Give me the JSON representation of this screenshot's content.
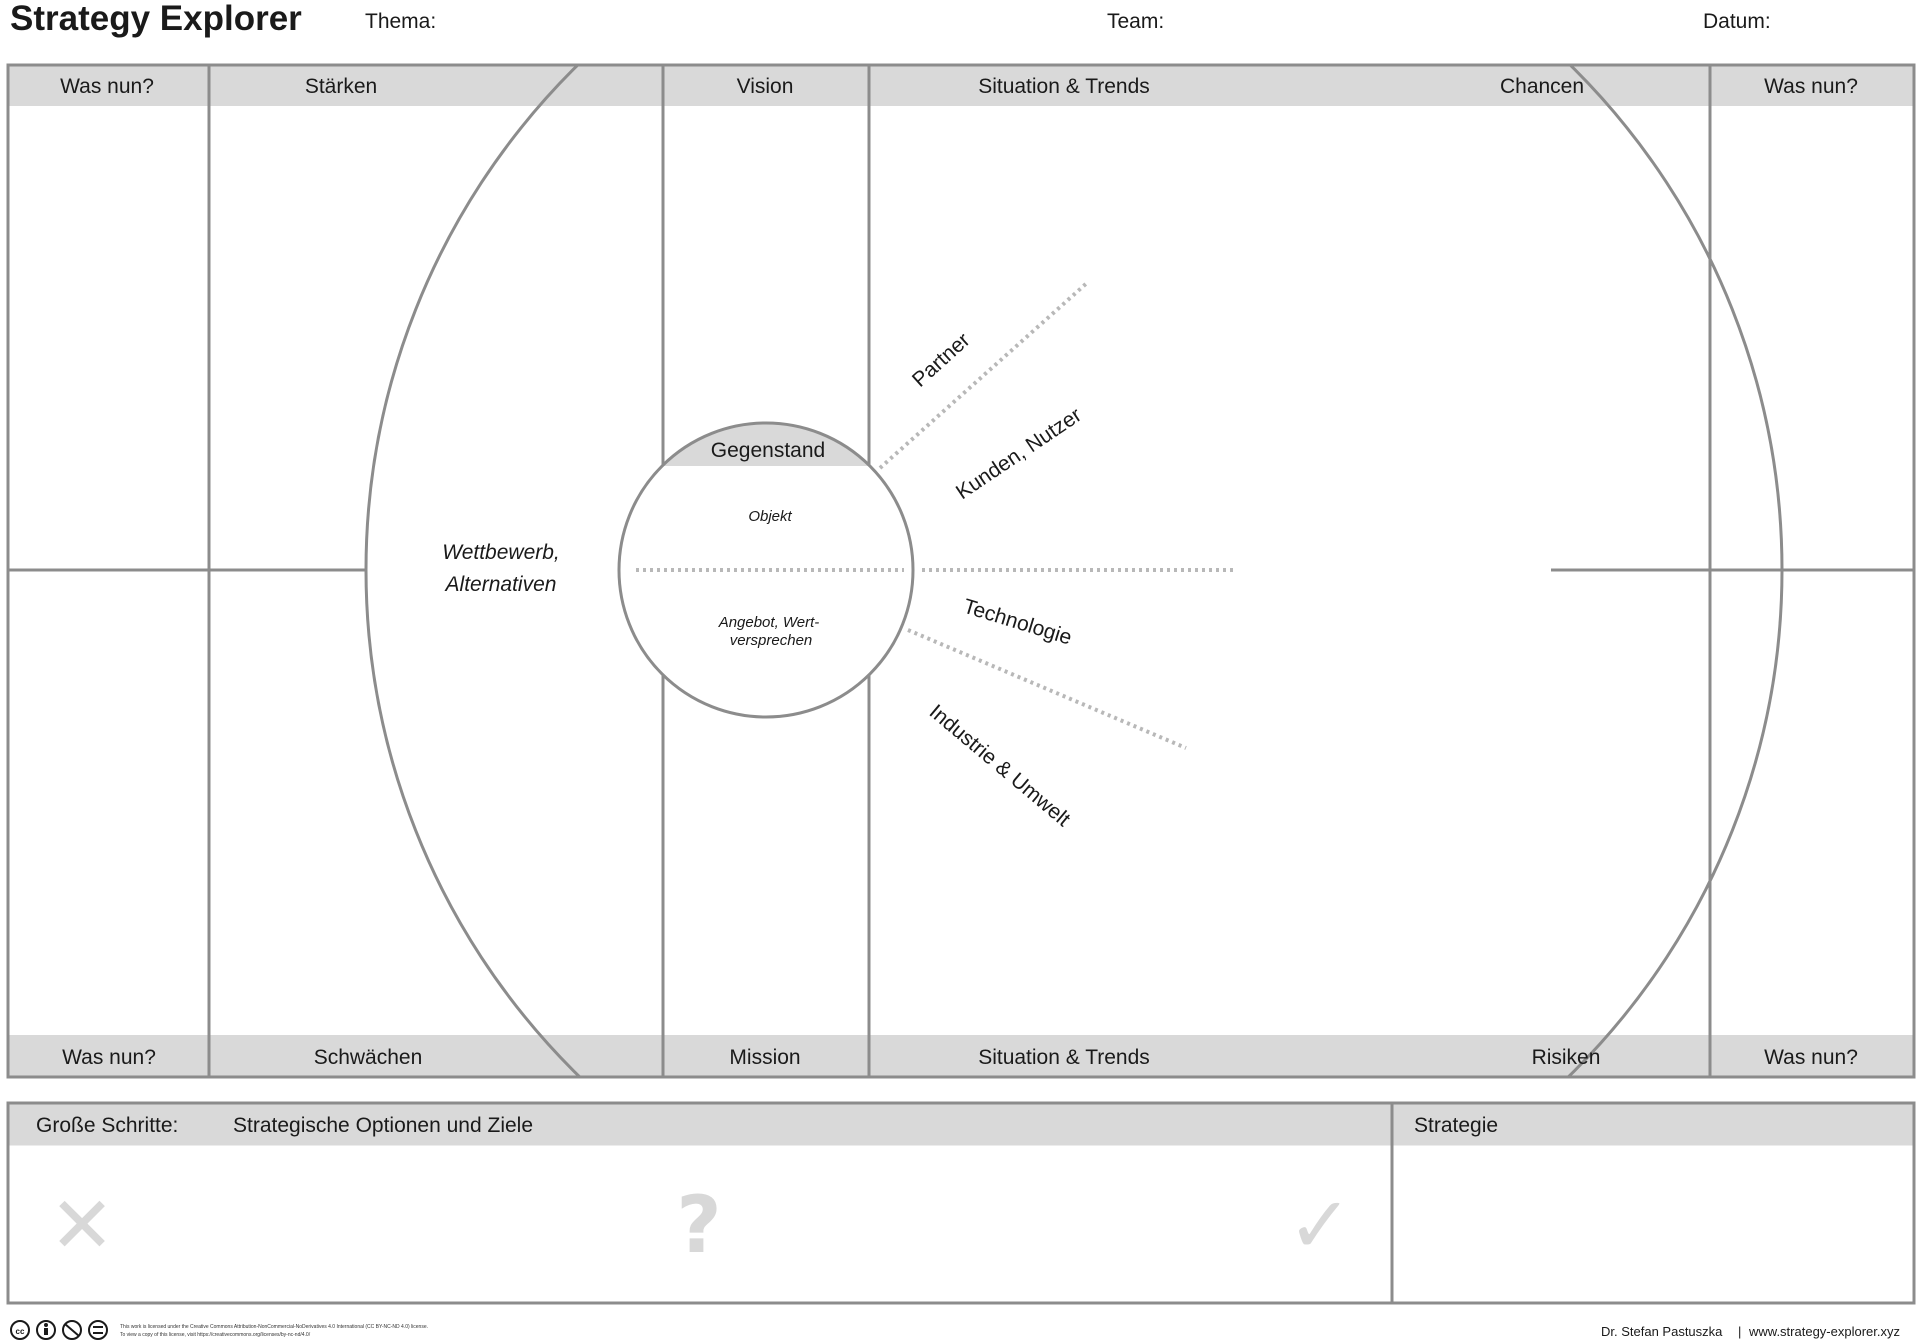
{
  "header": {
    "title": "Strategy Explorer",
    "thema_label": "Thema:",
    "team_label": "Team:",
    "datum_label": "Datum:"
  },
  "canvas": {
    "top_headers": [
      "Was nun?",
      "Stärken",
      "Vision",
      "Situation & Trends",
      "Chancen",
      "Was nun?"
    ],
    "bottom_headers": [
      "Was nun?",
      "Schwächen",
      "Mission",
      "Situation & Trends",
      "Risiken",
      "Was nun?"
    ],
    "competition_label": [
      "Wettbewerb,",
      "Alternativen"
    ],
    "subject": {
      "title": "Gegenstand",
      "object_label": "Objekt",
      "offer_label": [
        "Angebot, Wert-",
        "versprechen"
      ]
    },
    "trends": [
      "Partner",
      "Kunden, Nutzer",
      "Technologie",
      "Industrie & Umwelt"
    ]
  },
  "bottom_panel": {
    "steps_label": "Große Schritte:",
    "options_label": "Strategische Optionen und Ziele",
    "strategy_label": "Strategie",
    "symbols": {
      "reject": "✕",
      "unsure": "?",
      "accept": "✓"
    }
  },
  "footer": {
    "license_icons": [
      "cc",
      "by",
      "nc",
      "nd"
    ],
    "license_line1": "This work is licensed under the Creative Commons Attribution-NonCommercial-NoDerivatives 4.0 International (CC BY-NC-ND 4.0) license.",
    "license_line2": "To view a copy of this license, visit https://creativecommons.org/licenses/by-nc-nd/4.0/",
    "author": "Dr. Stefan Pastuszka",
    "separator": "|",
    "website": "www.strategy-explorer.xyz"
  },
  "colors": {
    "line": "#8c8c8c",
    "header_fill": "#d9d9d9",
    "dotted": "#b8b8b8",
    "symbol": "#d8d8d8"
  }
}
